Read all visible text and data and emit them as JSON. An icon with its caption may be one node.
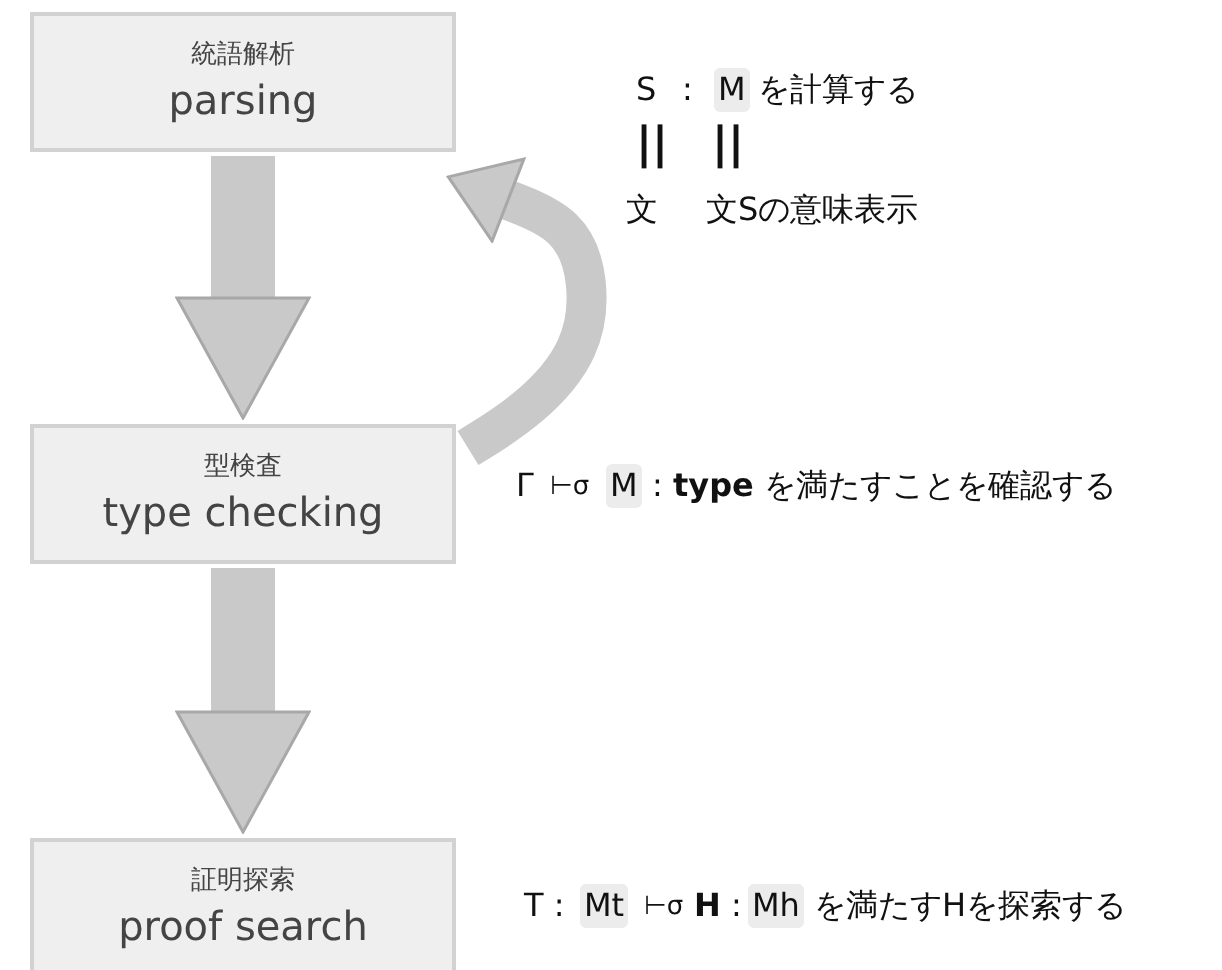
{
  "diagram": {
    "nodes": [
      {
        "text": [
          "統語解析",
          "parsing"
        ]
      },
      {
        "text": [
          "型検査",
          "type checking"
        ]
      },
      {
        "text": [
          "証明探索",
          "proof search"
        ]
      }
    ],
    "edges": [
      {
        "from": 0,
        "to": 1,
        "arrow": "to"
      },
      {
        "from": 1,
        "to": 2,
        "arrow": "to"
      },
      {
        "from": 1,
        "to": 0,
        "arrow": "to"
      }
    ],
    "labels": [
      "S",
      ":",
      "M",
      "を計算する",
      "||",
      "||",
      "文",
      "文Sの意味表示",
      "Γ",
      "⊢σ",
      "M",
      ": **type** を満たすことを確認する",
      "T :",
      "Mt",
      "⊢σ",
      "**H** :",
      "Mh",
      "を満たすHを探索する"
    ]
  }
}
